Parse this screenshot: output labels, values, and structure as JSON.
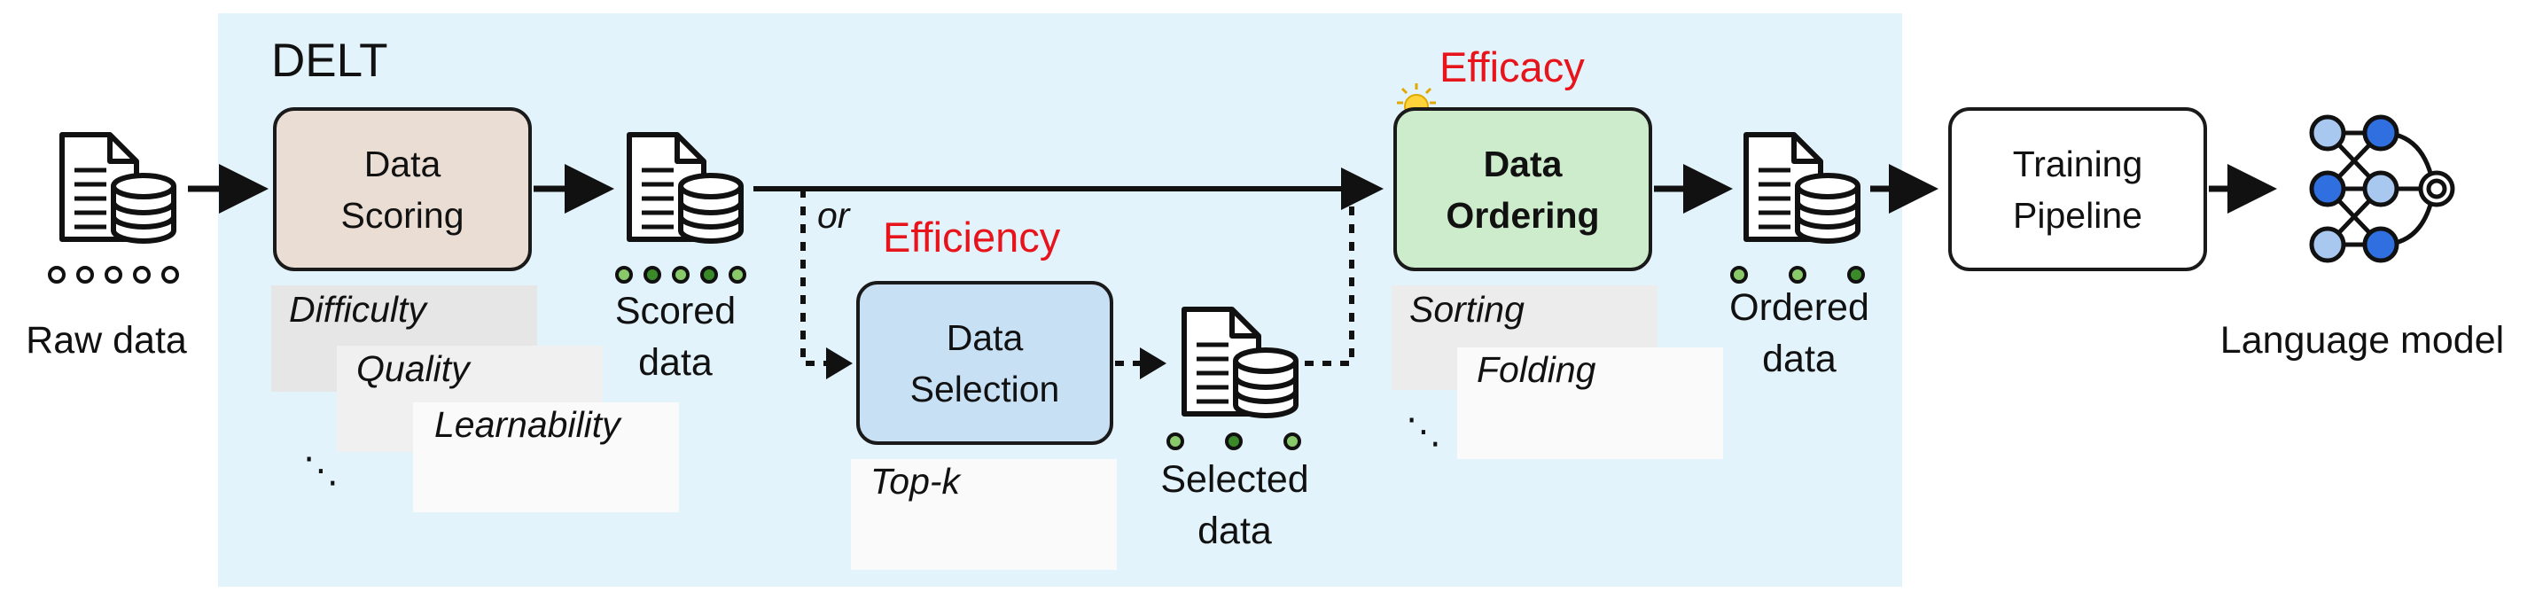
{
  "colors": {
    "panel": "#e3f3fb",
    "scoring_box": "#eaddd3",
    "selection_box": "#c7e0f3",
    "ordering_box": "#cdeccb",
    "training_box": "#ffffff",
    "highlight_text": "#e8141c",
    "green_dot": "#8ac96a",
    "dark_green_dot": "#3b8a2a",
    "node_blue": "#2f6fe0",
    "node_light_blue": "#a8c8f0"
  },
  "framework": {
    "name": "DELT"
  },
  "raw_data": {
    "label": "Raw data",
    "icon": "document-database-icon"
  },
  "scoring": {
    "line1": "Data",
    "line2": "Scoring",
    "methods": [
      "Difficulty",
      "Quality",
      "Learnability"
    ],
    "more": "⋱"
  },
  "scored_data": {
    "line1": "Scored",
    "line2": "data"
  },
  "branch": {
    "label": "or"
  },
  "selection": {
    "tag": "Efficiency",
    "line1": "Data",
    "line2": "Selection",
    "methods": [
      "Top-k"
    ]
  },
  "selected_data": {
    "line1": "Selected",
    "line2": "data"
  },
  "ordering": {
    "tag": "Efficacy",
    "tag_icon": "lightbulb-icon",
    "line1": "Data",
    "line2": "Ordering",
    "methods": [
      "Sorting",
      "Folding"
    ],
    "more": "⋱"
  },
  "ordered_data": {
    "line1": "Ordered",
    "line2": "data"
  },
  "training": {
    "line1": "Training",
    "line2": "Pipeline"
  },
  "model": {
    "label": "Language model",
    "icon": "neural-network-icon"
  }
}
